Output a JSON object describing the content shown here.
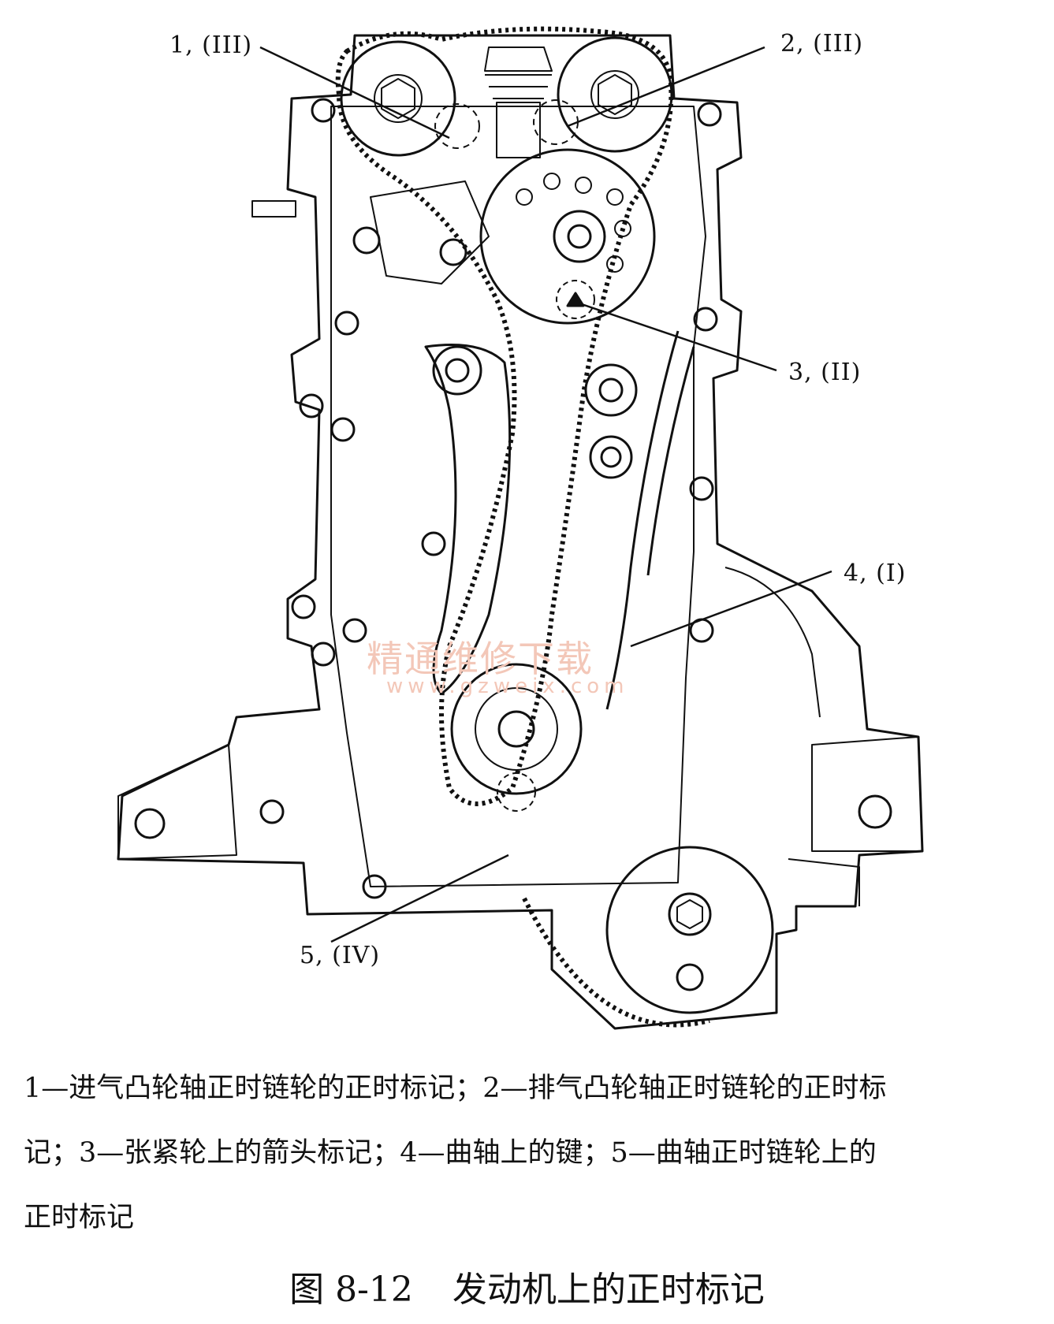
{
  "callouts": [
    {
      "id": 1,
      "label": "1, (III)"
    },
    {
      "id": 2,
      "label": "2, (III)"
    },
    {
      "id": 3,
      "label": "3, (II)"
    },
    {
      "id": 4,
      "label": "4, (I)"
    },
    {
      "id": 5,
      "label": "5, (IV)"
    }
  ],
  "watermark": {
    "text": "精通维修下载",
    "url": "www.gzweix.com"
  },
  "caption": {
    "lines": [
      "1—进气凸轮轴正时链轮的正时标记；2—排气凸轮轴正时链轮的正时标",
      "记；3—张紧轮上的箭头标记；4—曲轴上的键；5—曲轴正时链轮上的",
      "正时标记"
    ]
  },
  "figure": {
    "number": "图 8-12",
    "title": "发动机上的正时标记"
  },
  "colors": {
    "line": "#111111",
    "watermark": "#f3c7b8"
  }
}
